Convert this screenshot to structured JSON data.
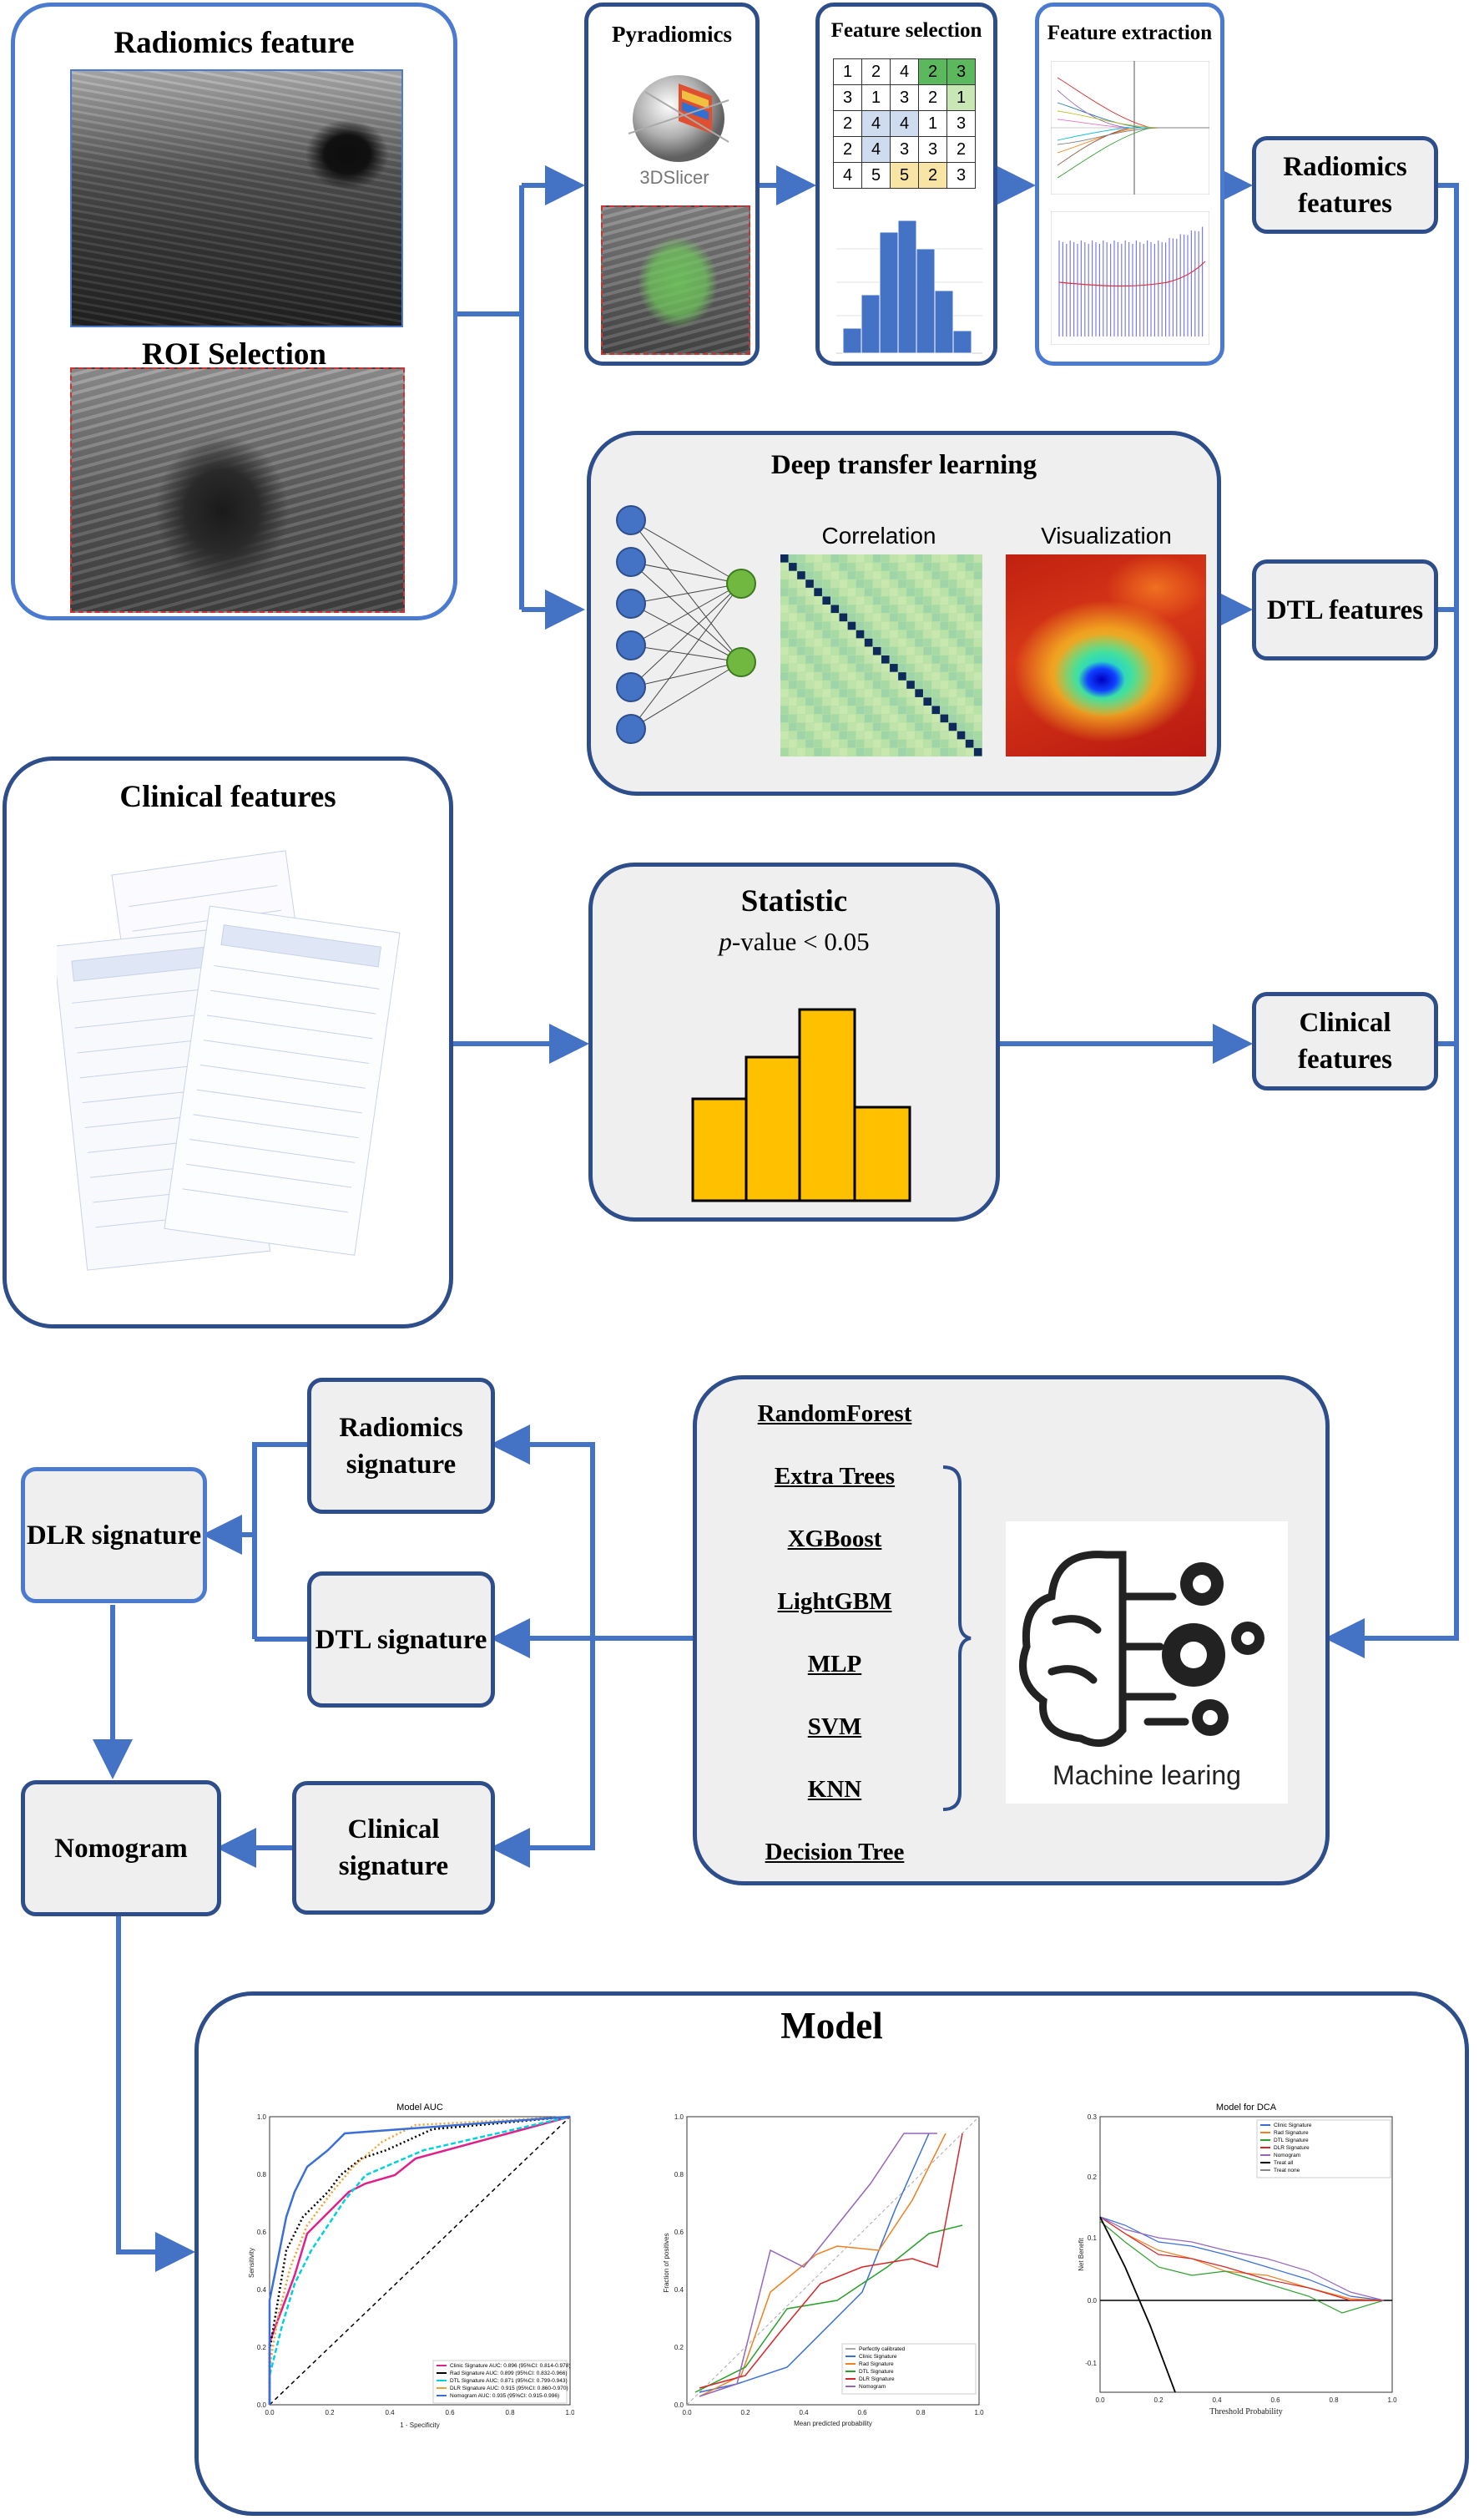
{
  "radiomics_panel": {
    "title": "Radiomics feature",
    "roi_title": "ROI Selection"
  },
  "pyradiomics": {
    "title": "Pyradiomics",
    "logo_text": "3DSlicer"
  },
  "feature_selection": {
    "title": "Feature selection",
    "grid": [
      [
        "1",
        "2",
        "4",
        "2",
        "3"
      ],
      [
        "3",
        "1",
        "3",
        "2",
        "1"
      ],
      [
        "2",
        "4",
        "4",
        "1",
        "3"
      ],
      [
        "2",
        "4",
        "3",
        "3",
        "2"
      ],
      [
        "4",
        "5",
        "5",
        "2",
        "3"
      ]
    ],
    "highlight_colors": {
      "green": "#5cb85c",
      "lightgreen": "#c9e7b4",
      "lightblue": "#cfdcf0",
      "yellow": "#f8e5a5"
    }
  },
  "feature_extraction": {
    "title": "Feature extraction"
  },
  "radiomics_features_box": "Radiomics features",
  "dtl": {
    "title": "Deep transfer learning",
    "correlation_label": "Correlation",
    "visualization_label": "Visualization"
  },
  "dtl_features_box": "DTL features",
  "clinical_panel": {
    "title": "Clinical features"
  },
  "statistic": {
    "title": "Statistic",
    "p_italic": "p",
    "p_rest": "-value < 0.05",
    "bar_color": "#ffc000"
  },
  "clinical_features_box": "Clinical features",
  "ml": {
    "models": [
      "RandomForest",
      "Extra Trees",
      "XGBoost",
      "LightGBM",
      "MLP",
      "SVM",
      "KNN",
      "Decision Tree"
    ],
    "caption": "Machine learing"
  },
  "signatures": {
    "radiomics": "Radiomics signature",
    "dtl": "DTL signature",
    "clinical": "Clinical signature",
    "dlr": "DLR signature",
    "nomogram": "Nomogram"
  },
  "model_panel": {
    "title": "Model"
  },
  "roc_chart": {
    "title": "Model AUC",
    "xlabel": "1 - Specificity",
    "ylabel": "Sensitivity",
    "legend": [
      {
        "name": "Clinic Signature AUC: 0.896 (95%CI: 0.814-0.978)",
        "color": "#e0218a"
      },
      {
        "name": "Rad Signature AUC: 0.899 (95%CI: 0.832-0.966)",
        "color": "#000000"
      },
      {
        "name": "DTL Signature AUC: 0.871 (95%CI: 0.799-0.943)",
        "color": "#00d0e0"
      },
      {
        "name": "DLR Signature AUC: 0.915 (95%CI: 0.860-0.970)",
        "color": "#f0a030"
      },
      {
        "name": "Nomogram AUC: 0.935 (95%CI: 0.915-0.996)",
        "color": "#3a6fd8"
      }
    ],
    "ticks": [
      "0.0",
      "0.2",
      "0.4",
      "0.6",
      "0.8",
      "1.0"
    ]
  },
  "calibration_chart": {
    "xlabel": "Mean predicted probability",
    "ylabel": "Fraction of positives",
    "legend": [
      "Perfectly calibrated",
      "Clinic Signature",
      "Rad Signature",
      "DTL Signature",
      "DLR Signature",
      "Nomogram"
    ],
    "ticks": [
      "0.0",
      "0.2",
      "0.4",
      "0.6",
      "0.8",
      "1.0"
    ]
  },
  "dca_chart": {
    "title": "Model for DCA",
    "xlabel": "Threshold Probability",
    "ylabel": "Net Benefit",
    "legend": [
      "Clinic Signature",
      "Rad Signature",
      "DTL Signature",
      "DLR Signature",
      "Nomogram",
      "Treat all",
      "Treat none"
    ],
    "xticks": [
      "0.0",
      "0.2",
      "0.4",
      "0.6",
      "0.8",
      "1.0"
    ],
    "yticks": [
      "0.3",
      "0.2",
      "0.1",
      "0.0",
      "-0.1"
    ]
  },
  "colors": {
    "border_dark": "#2d4e8a",
    "border_light": "#4a7bd0",
    "arrow": "#4472c4",
    "box_fill": "#efefef"
  }
}
